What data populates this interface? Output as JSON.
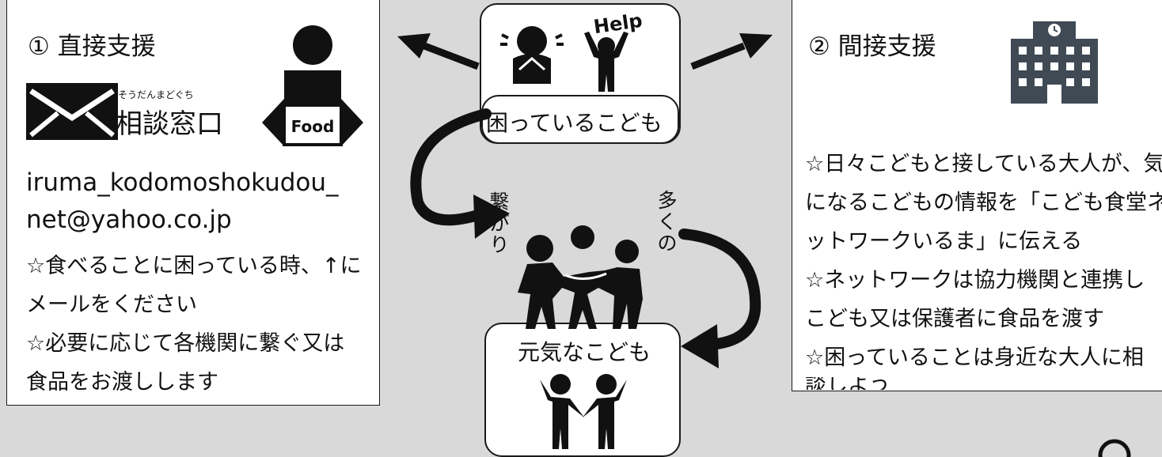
{
  "left_panel": {
    "title": "① 直接支援",
    "food_label": "Food",
    "counter_ruby": "そうだんまどぐち",
    "counter_label": "相談窓口",
    "email_lines": [
      "iruma_kodomoshokudou_",
      "net@yahoo.co.jp"
    ],
    "notes": [
      "☆食べることに困っている時、↑に",
      "メールをください",
      "☆必要に応じて各機関に繋ぐ又は",
      "食品をお渡しします"
    ]
  },
  "right_panel": {
    "title": "② 間接支援",
    "notes": [
      "☆日々こどもと接している大人が、気",
      "になるこどもの情報を「こども食堂ネ",
      "ットワークいるま」に伝える",
      "☆ネットワークは協力機関と連携し",
      "こども又は保護者に食品を渡す",
      "☆困っていることは身近な大人に相",
      "談しよう"
    ]
  },
  "center": {
    "help_text": "Help",
    "troubled_child": "困っているこども",
    "healthy_child": "元気なこども",
    "connection": "繋がり",
    "many": "多くの"
  },
  "colors": {
    "ink": "#111111",
    "background": "#d9d9d9",
    "panel": "#ffffff",
    "building": "#404a55"
  }
}
